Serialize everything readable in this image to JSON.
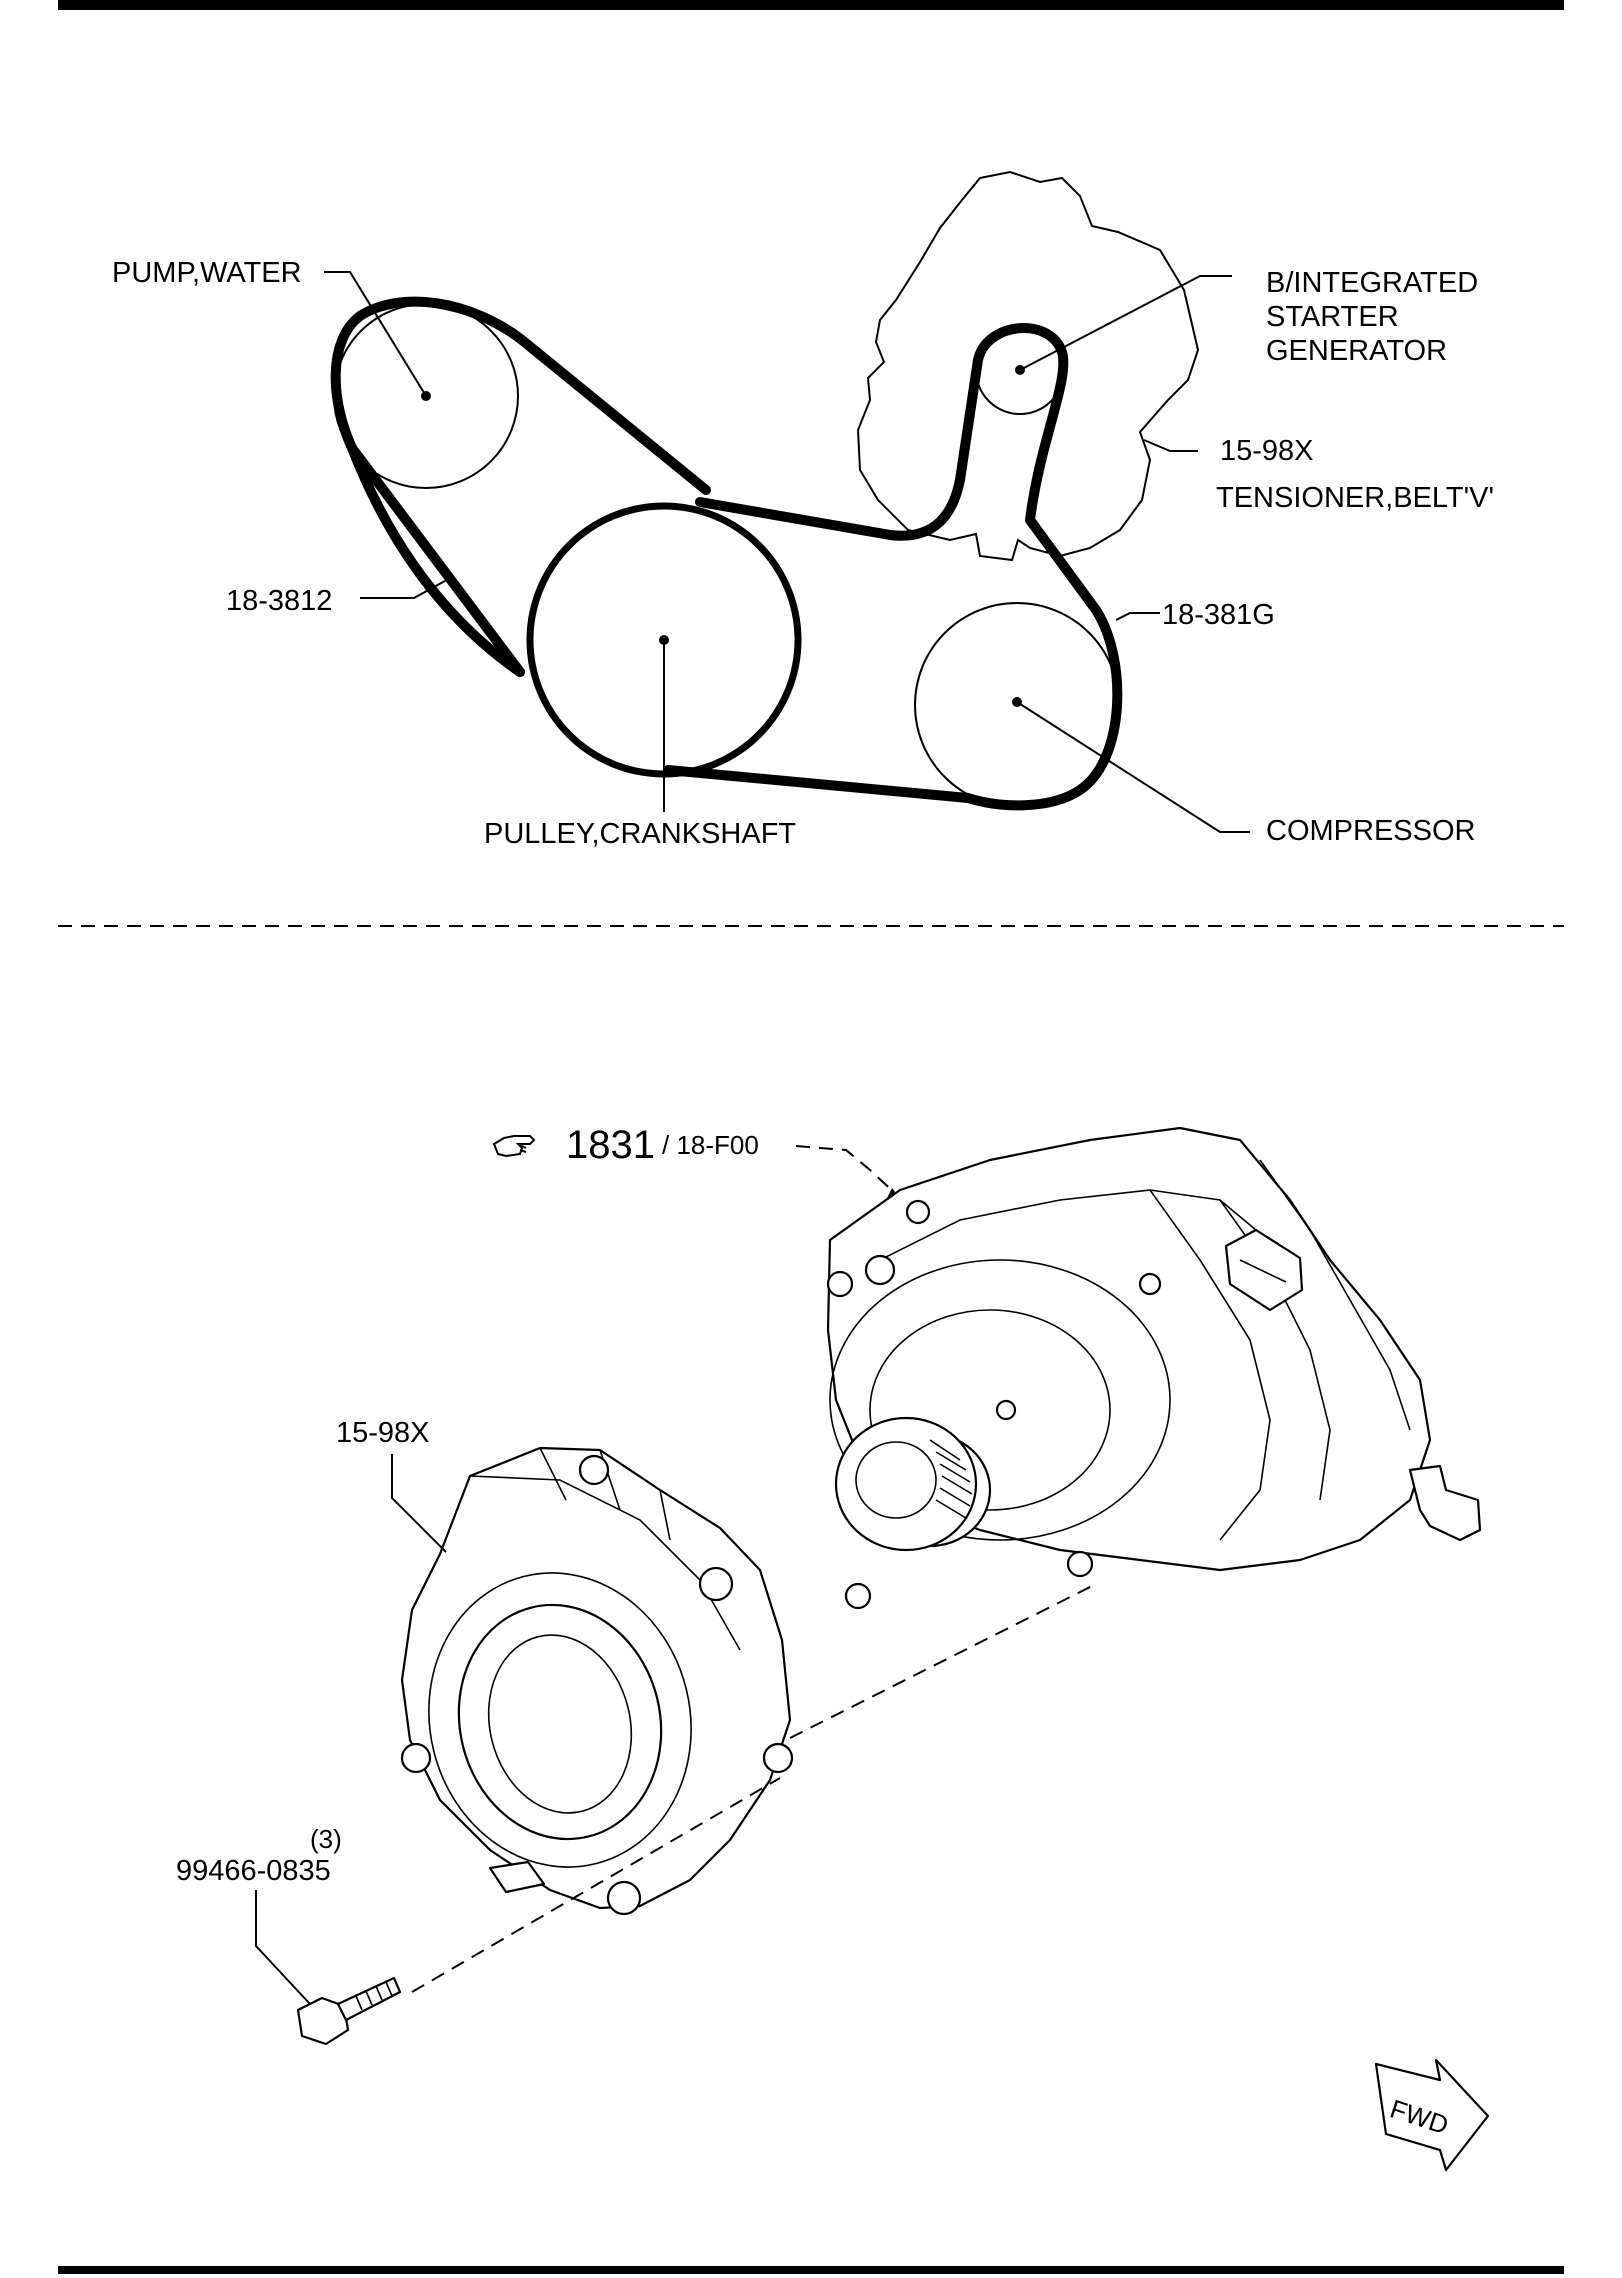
{
  "labels": {
    "pump_water": "PUMP,WATER",
    "b_integrated_starter_generator": [
      "B/INTEGRATED",
      "STARTER",
      "GENERATOR"
    ],
    "tensioner_code": "15-98X",
    "tensioner_name": "TENSIONER,BELT'V'",
    "belt_left": "18-3812",
    "belt_right": "18-381G",
    "pulley_crankshaft": "PULLEY,CRANKSHAFT",
    "compressor": "COMPRESSOR",
    "ref_number": "1831",
    "ref_suffix": "/ 18-F00",
    "tensioner_part": "15-98X",
    "bolt_qty": "(3)",
    "bolt_part": "99466-0835",
    "fwd": "FWD"
  },
  "icons": {
    "reference": "pointing-hand-icon",
    "forward": "fwd-arrow-icon"
  }
}
